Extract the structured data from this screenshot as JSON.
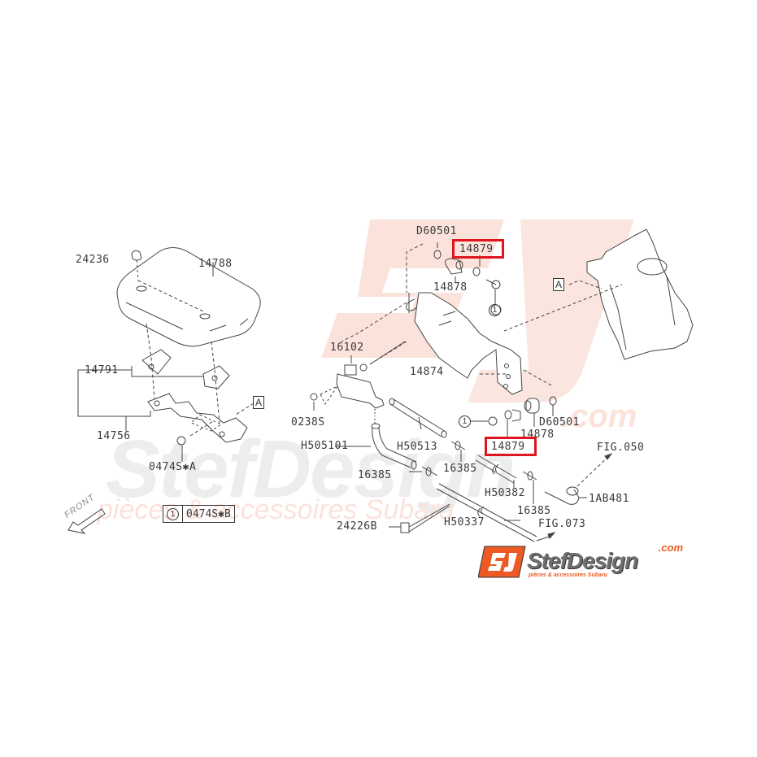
{
  "watermark": {
    "brand": "StefDesign",
    "domain_suffix": ".com",
    "tagline": "pièces & accessoires Subaru",
    "emblem_color": "#fbe3dc",
    "text_color": "#ededed"
  },
  "diagram": {
    "title_ref": "FRONT",
    "callouts": [
      {
        "id": "24236",
        "label": "24236"
      },
      {
        "id": "14788",
        "label": "14788"
      },
      {
        "id": "14791",
        "label": "14791"
      },
      {
        "id": "14756",
        "label": "14756"
      },
      {
        "id": "0474SA",
        "label": "0474S✱A"
      },
      {
        "id": "D60501_top",
        "label": "D60501"
      },
      {
        "id": "14879_top",
        "label": "14879",
        "highlighted": true
      },
      {
        "id": "14878_top",
        "label": "14878"
      },
      {
        "id": "16102",
        "label": "16102"
      },
      {
        "id": "14874",
        "label": "14874"
      },
      {
        "id": "0238S",
        "label": "0238S"
      },
      {
        "id": "H505101",
        "label": "H505101"
      },
      {
        "id": "H50513",
        "label": "H50513"
      },
      {
        "id": "16385_a",
        "label": "16385"
      },
      {
        "id": "16385_b",
        "label": "16385"
      },
      {
        "id": "16385_c",
        "label": "16385"
      },
      {
        "id": "D60501_bot",
        "label": "D60501"
      },
      {
        "id": "14878_bot",
        "label": "14878"
      },
      {
        "id": "14879_bot",
        "label": "14879",
        "highlighted": true
      },
      {
        "id": "H50382",
        "label": "H50382"
      },
      {
        "id": "H50337",
        "label": "H50337"
      },
      {
        "id": "24226B",
        "label": "24226B"
      },
      {
        "id": "1AB481",
        "label": "1AB481"
      },
      {
        "id": "FIG050",
        "label": "FIG.050"
      },
      {
        "id": "FIG073",
        "label": "FIG.073"
      }
    ],
    "ref_marker": "A",
    "circled_ref": "1",
    "legend": {
      "symbol": "1",
      "part": "0474S✱B"
    },
    "highlight_color": "#e0141e"
  },
  "logo": {
    "badge": "SD",
    "word": "StefDesign",
    "com": ".com",
    "tagline": "pièces & accessoires Subaru",
    "accent": "#ee5a24"
  }
}
